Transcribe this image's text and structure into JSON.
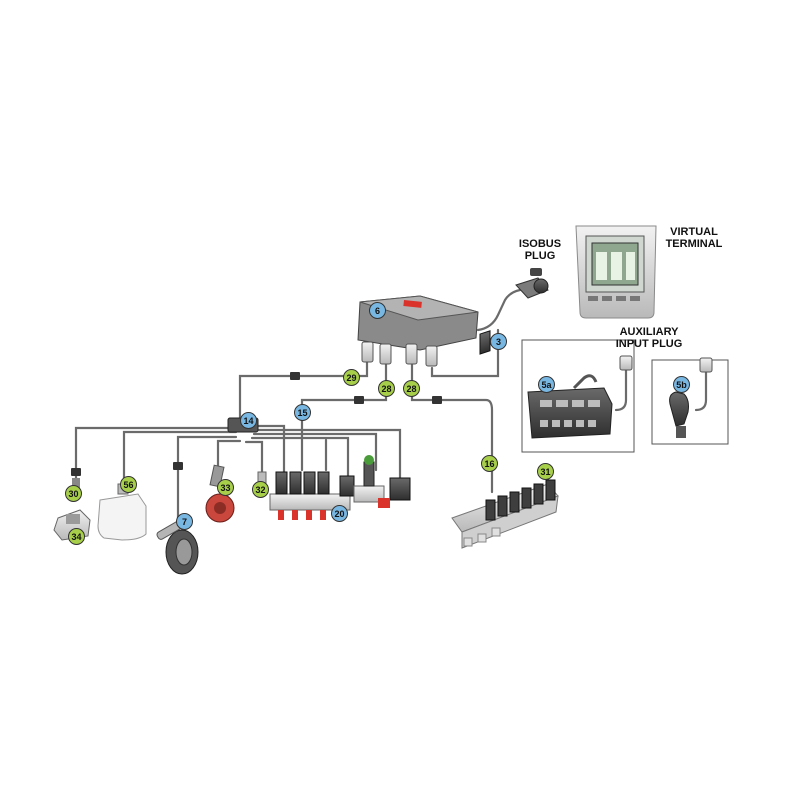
{
  "labels": {
    "virtual_terminal": "VIRTUAL TERMINAL",
    "isobus_plug": "ISOBUS PLUG",
    "auxiliary_input_plug": "AUXILIARY INPUT PLUG"
  },
  "badges": {
    "b6": "6",
    "b3": "3",
    "b29": "29",
    "b28a": "28",
    "b28b": "28",
    "b15": "15",
    "b14": "14",
    "b16": "16",
    "b31": "31",
    "b30": "30",
    "b56": "56",
    "b33": "33",
    "b32": "32",
    "b7": "7",
    "b20": "20",
    "b34": "34",
    "b5a": "5a",
    "b5b": "5b"
  },
  "colors": {
    "green_badge": "#a7cf4a",
    "blue_badge": "#79b7e3",
    "cable": "#6b6b6b"
  }
}
